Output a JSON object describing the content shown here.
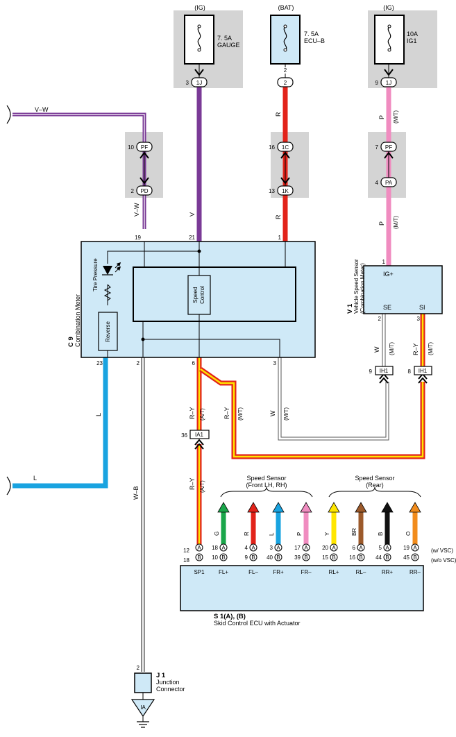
{
  "power": {
    "ig1": "(IG)",
    "bat": "(BAT)",
    "ig2": "(IG)",
    "gauge_amp": "7. 5A",
    "gauge_name": "GAUGE",
    "ecub_amp": "7. 5A",
    "ecub_name": "ECU–B",
    "ig1fuse_amp": "10A",
    "ig1fuse_name": "IG1"
  },
  "connectors": {
    "c1j": "1J",
    "c2": "2",
    "c1j2": "1J",
    "pf": "PF",
    "pd": "PD",
    "c1c": "1C",
    "c1k": "1K",
    "pf2": "PF",
    "pa": "PA",
    "ih1": "IH1",
    "ih1b": "IH1",
    "ia1": "IA1",
    "ia": "IA",
    "a": "A",
    "b": "B"
  },
  "pins": {
    "p3": "3",
    "p2": "2",
    "p9": "9",
    "p10": "10",
    "p2b": "2",
    "p16": "16",
    "p13": "13",
    "p7": "7",
    "p4": "4",
    "p19": "19",
    "p21": "21",
    "p1": "1",
    "p1v": "1",
    "p23": "23",
    "p2c": "2",
    "p6": "6",
    "p3c": "3",
    "se2": "2",
    "si3": "3",
    "ih9": "9",
    "ih8": "8",
    "ia36": "36",
    "j2": "2"
  },
  "wires": {
    "vw_top": "V–W",
    "vw_mid": "V–W",
    "v": "V",
    "r1": "R",
    "r2": "R",
    "p1": "P",
    "mt1": "(M/T)",
    "p2": "P",
    "mt2": "(M/T)",
    "l1": "L",
    "l2": "L",
    "wb": "W–B",
    "ry_at": "R–Y",
    "at1": "(A/T)",
    "ry_mt": "R–Y",
    "mt3": "(M/T)",
    "w": "W",
    "mt4": "(M/T)",
    "w_v1": "W",
    "mt5": "(M/T)",
    "ry_v1": "R–Y",
    "mt6": "(M/T)",
    "ry_at2": "R–Y",
    "at2": "(A/T)"
  },
  "meter": {
    "code": "C 9",
    "name": "Combination Meter",
    "tire": "Tire Pressure",
    "reverse": "Reverse",
    "speed1": "Speed",
    "speed2": "Control"
  },
  "vss": {
    "code": "V 1",
    "name1": "Vehicle Speed Sensor",
    "name2": "(Combination Meter)",
    "igp": "IG+",
    "se": "SE",
    "si": "SI"
  },
  "sensors": {
    "front1": "Speed Sensor",
    "front2": "(Front LH, RH)",
    "rear1": "Speed Sensor",
    "rear2": "(Rear)",
    "colors": [
      "G",
      "R",
      "L",
      "P",
      "Y",
      "BR",
      "B",
      "O"
    ],
    "pins_a": [
      "18",
      "4",
      "3",
      "17",
      "20",
      "6",
      "5",
      "19"
    ],
    "pins_b": [
      "10",
      "9",
      "40",
      "39",
      "15",
      "16",
      "44",
      "45"
    ],
    "sp1_a": "12",
    "sp1_b": "18",
    "terminals": [
      "SP1",
      "FL+",
      "FL–",
      "FR+",
      "FR–",
      "RL+",
      "RL–",
      "RR+",
      "RR–"
    ],
    "vsc_a": "(w/ VSC)",
    "vsc_b": "(w/o VSC)"
  },
  "ecu": {
    "code": "S 1(A), (B)",
    "name": "Skid Control ECU with Actuator"
  },
  "junction": {
    "code": "J 1",
    "name1": "Junction",
    "name2": "Connector"
  },
  "colors": {
    "purple": "#7a3a96",
    "red": "#e2231a",
    "pink": "#f08cc0",
    "blue": "#19a3e0",
    "green": "#1aa64a",
    "yellow": "#ffe600",
    "brown": "#9c5a2b",
    "black": "#111111",
    "orange": "#f28c1c",
    "box_fill": "#cfe9f7",
    "grey_fill": "#d4d4d4"
  }
}
